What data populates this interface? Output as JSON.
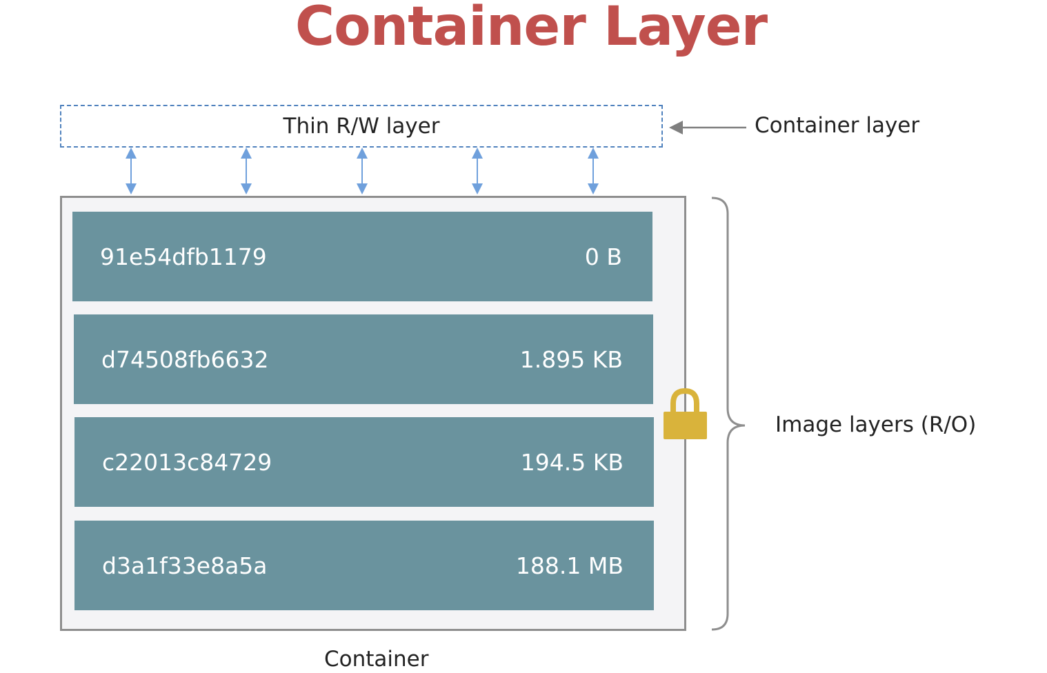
{
  "title": "Container Layer",
  "rw_layer": {
    "label": "Thin R/W layer"
  },
  "container_layer_label": "Container layer",
  "image_layers_label": "Image layers (R/O)",
  "container_label": "Container",
  "layers": [
    {
      "id": "91e54dfb1179",
      "size": "0 B"
    },
    {
      "id": "d74508fb6632",
      "size": "1.895 KB"
    },
    {
      "id": "c22013c84729",
      "size": "194.5 KB"
    },
    {
      "id": "d3a1f33e8a5a",
      "size": "188.1 MB"
    }
  ],
  "icons": [
    "double-arrow-icon",
    "left-arrow-icon",
    "brace-icon",
    "lock-icon"
  ],
  "colors": {
    "title": "#c0504d",
    "layer_fill": "#6a939e",
    "dashed_border": "#4f81bd",
    "arrow": "#6fa0dc",
    "lock": "#d9b33b"
  }
}
